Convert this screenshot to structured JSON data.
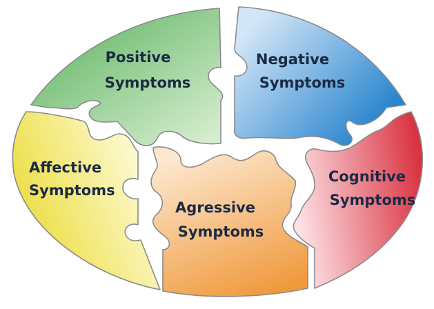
{
  "pieces": [
    {
      "id": "positive",
      "line1": "Positive",
      "line2": "Symptoms",
      "color_light": "#d6edcf",
      "color_dark": "#56b05a"
    },
    {
      "id": "negative",
      "line1": "Negative",
      "line2": "Symptoms",
      "color_light": "#d3e6f7",
      "color_dark": "#2b86cf"
    },
    {
      "id": "affective",
      "line1": "Affective",
      "line2": "Symptoms",
      "color_light": "#fffde2",
      "color_dark": "#ead92c"
    },
    {
      "id": "agressive",
      "line1": "Agressive",
      "line2": "Symptoms",
      "color_light": "#fde8cf",
      "color_dark": "#f09a3e"
    },
    {
      "id": "cognitive",
      "line1": "Cognitive",
      "line2": "Symptoms",
      "color_light": "#fde3e6",
      "color_dark": "#d9303f"
    }
  ]
}
